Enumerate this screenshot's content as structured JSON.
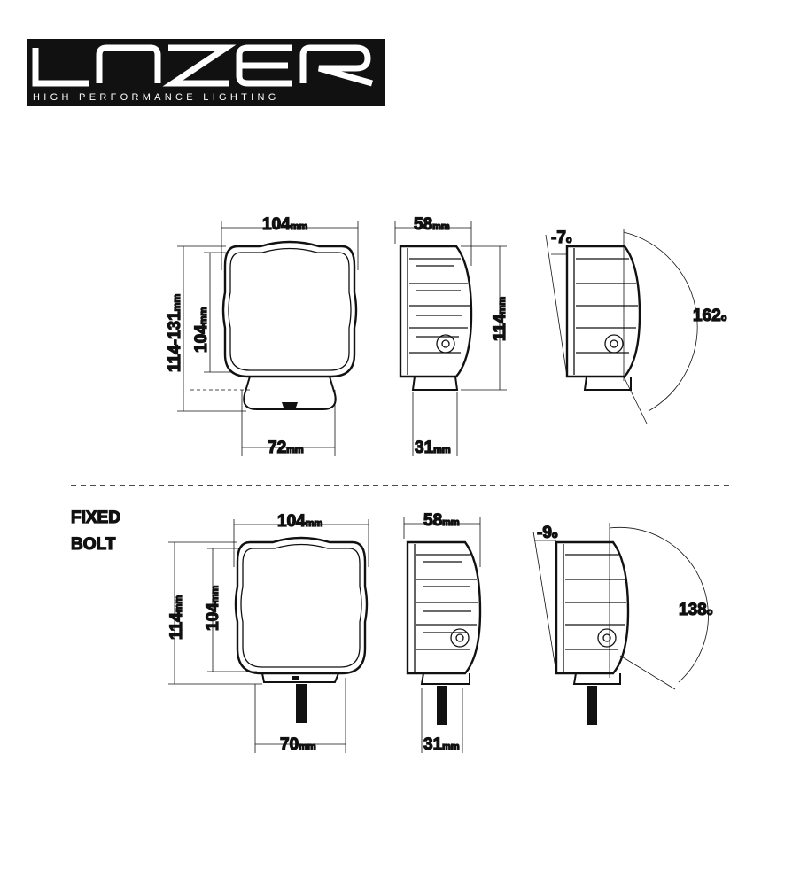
{
  "brand": {
    "logo_text": "LAZER",
    "tagline": "HIGH PERFORMANCE LIGHTING"
  },
  "unit": "mm",
  "colors": {
    "ink": "#111111",
    "logo_bg": "#111111",
    "logo_fg": "#ffffff"
  },
  "top_config": {
    "front": {
      "width": "104",
      "height_range": "114-131",
      "body_height": "104",
      "bracket_width": "72"
    },
    "side": {
      "depth": "58",
      "height": "114",
      "base_depth": "31"
    },
    "rotation": {
      "min_angle": "-7",
      "range": "162"
    }
  },
  "bottom_config": {
    "label_line1": "FIXED",
    "label_line2": "BOLT",
    "front": {
      "width": "104",
      "height": "114",
      "body_height": "104",
      "base_width": "70"
    },
    "side": {
      "depth": "58",
      "base_depth": "31"
    },
    "rotation": {
      "min_angle": "-9",
      "range": "138"
    }
  }
}
